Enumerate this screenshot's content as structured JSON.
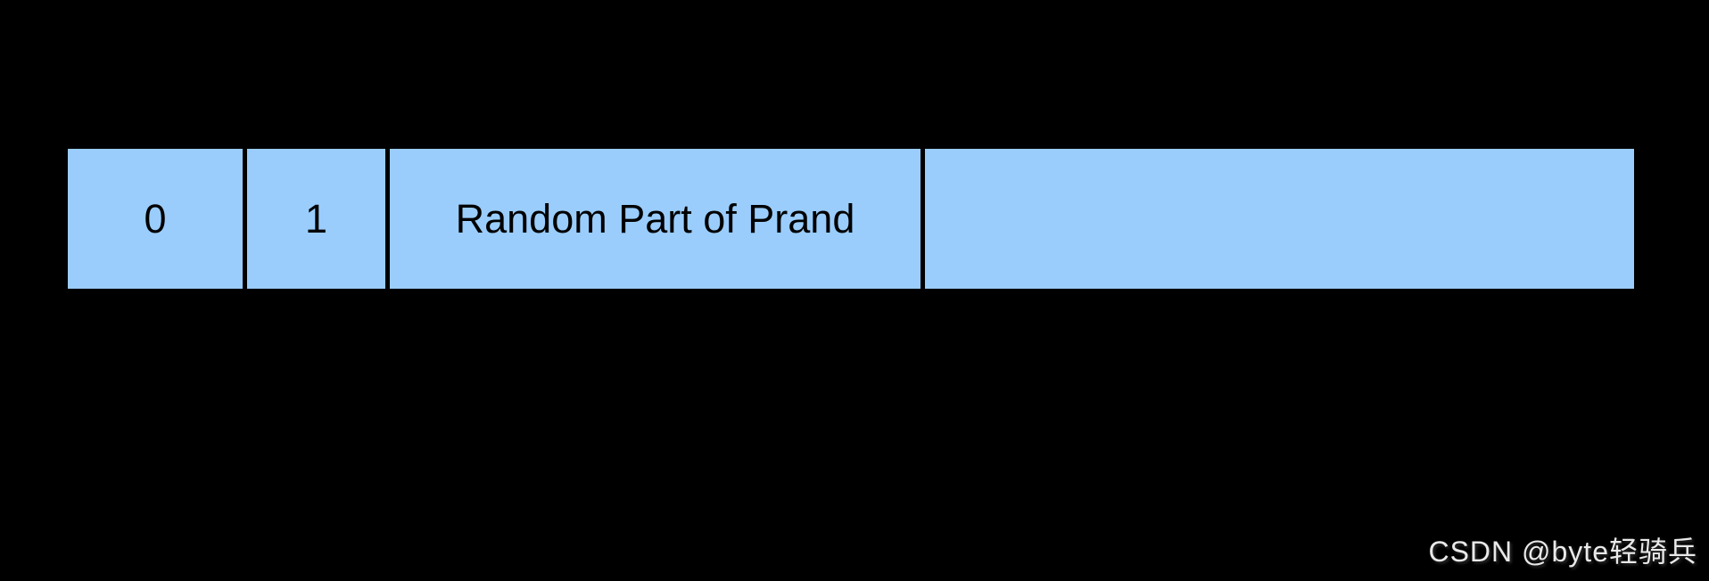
{
  "diagram": {
    "cells": [
      {
        "label": "0"
      },
      {
        "label": "1"
      },
      {
        "label": "Random Part of Prand"
      },
      {
        "label": ""
      }
    ]
  },
  "watermark": {
    "text": "CSDN @byte轻骑兵"
  },
  "colors": {
    "canvas-bg": "#000000",
    "cell-fill": "#9ACDFC",
    "cell-text": "#000000",
    "divider": "#000000",
    "watermark": "#E9E9E9"
  }
}
